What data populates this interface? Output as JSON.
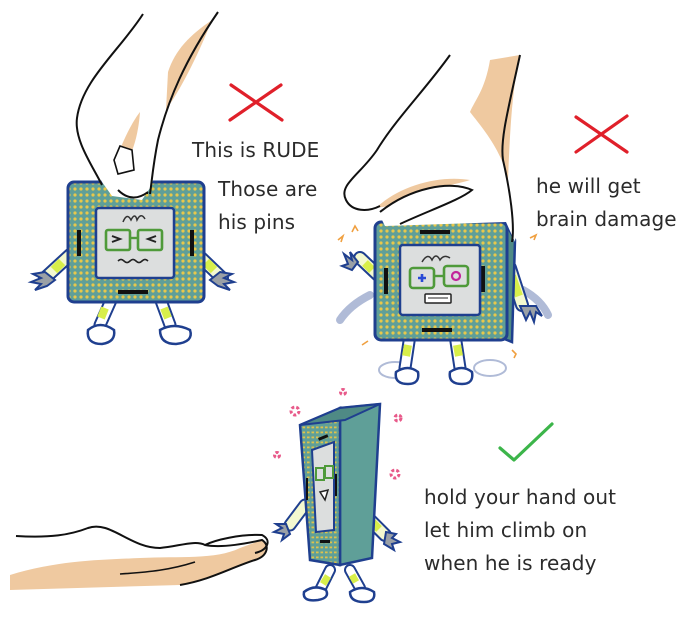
{
  "comic": {
    "panels": [
      {
        "id": "panel-1-grab-by-pins",
        "verdict": "wrong",
        "mark_icon": "red-x-icon",
        "caption_lines": [
          "This is RUDE"
        ],
        "caption2_lines": [
          "Those are",
          "his pins"
        ]
      },
      {
        "id": "panel-2-squeeze-sides",
        "verdict": "wrong",
        "mark_icon": "red-x-icon",
        "caption_lines": [
          "he will get",
          "brain damage"
        ]
      },
      {
        "id": "panel-3-open-hand",
        "verdict": "correct",
        "mark_icon": "green-check-icon",
        "caption_lines": [
          "hold your hand out",
          "let him climb on",
          "when he is ready"
        ]
      }
    ],
    "colors": {
      "wrong_mark": "#e0202a",
      "correct_mark": "#3cb54a",
      "chip_body": "#5f9f98",
      "chip_border": "#1f3f8f",
      "pins": "#e8c84a",
      "die": "#d9dcdc",
      "glasses": "#4f9a3a",
      "skin": "#efc9a0",
      "sleeve_stripe": "#d8ef4a",
      "glove": "#9aa0a6",
      "caption_text": "#2b2b2b",
      "sparkle": "#e85a8a"
    }
  }
}
